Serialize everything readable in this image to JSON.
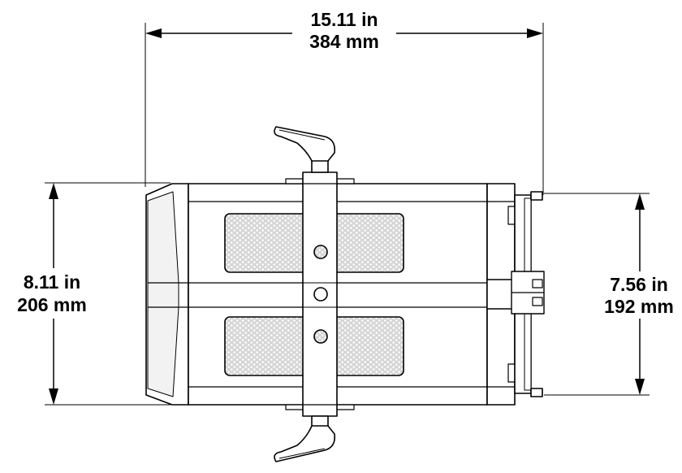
{
  "dimensions": {
    "width": {
      "imperial": "15.11 in",
      "metric": "384 mm"
    },
    "overall_height": {
      "imperial": "8.11 in",
      "metric": "206 mm"
    },
    "body_height": {
      "imperial": "7.56 in",
      "metric": "192 mm"
    }
  },
  "colors": {
    "line": "#000000",
    "background": "#ffffff",
    "grille": "#d8d8d8",
    "shade": "#f2f2f2"
  }
}
